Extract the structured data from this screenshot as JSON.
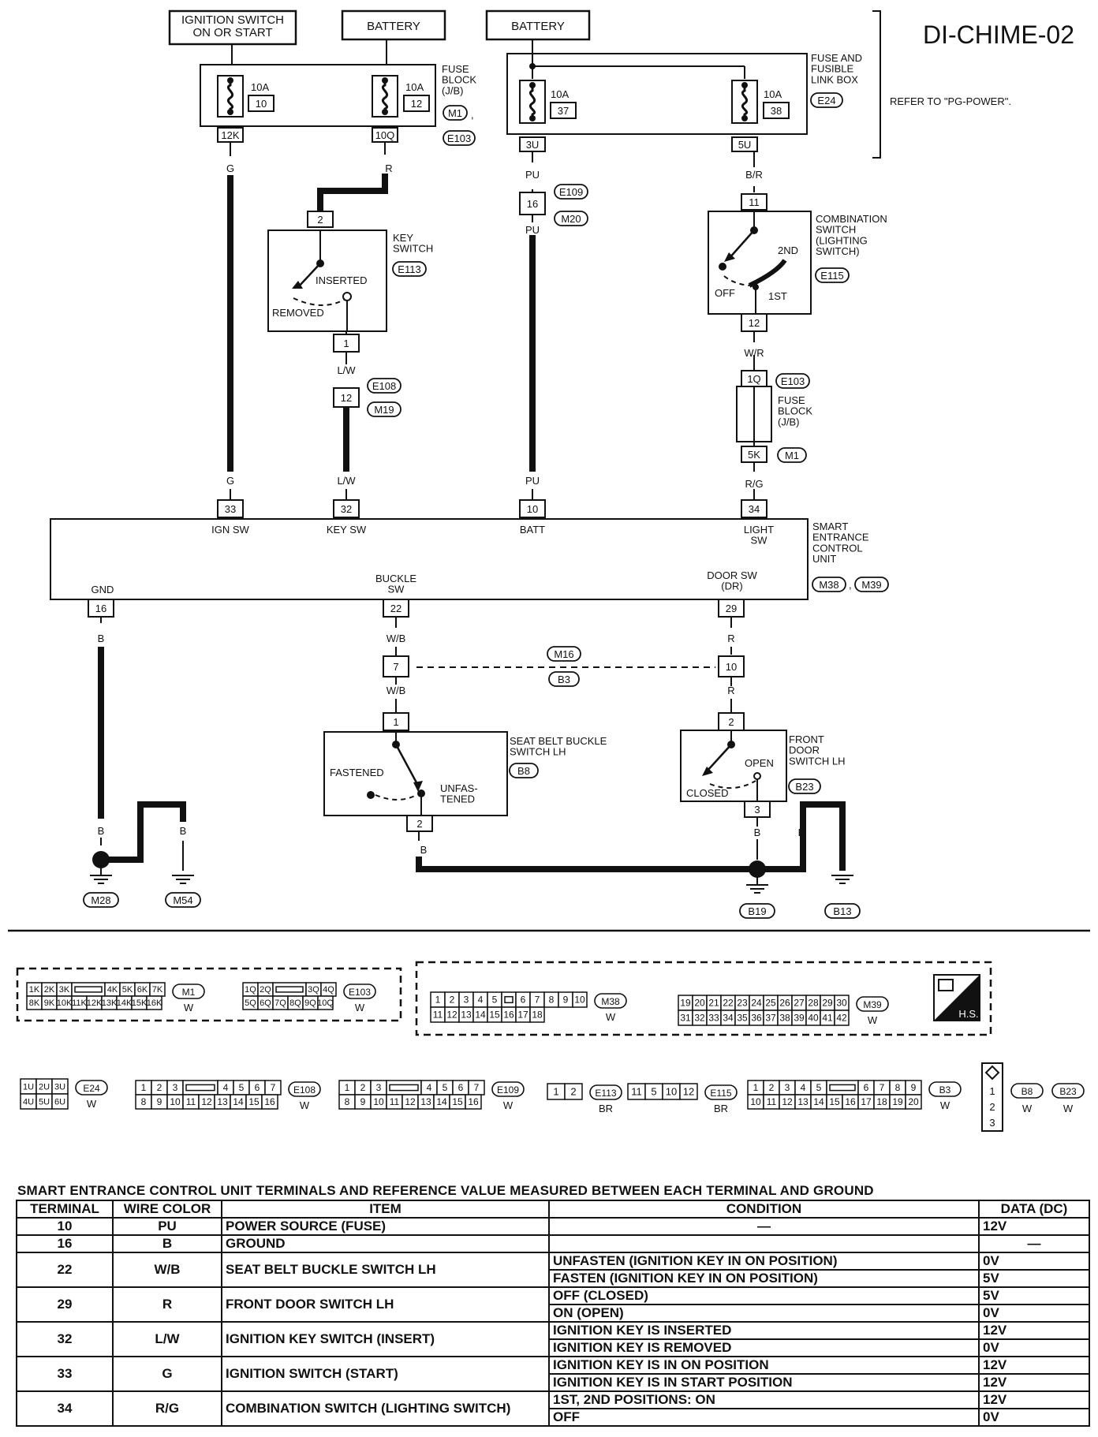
{
  "page_id": "DI-CHIME-02",
  "power": {
    "ign_switch": "IGNITION SWITCH\nON OR START",
    "battery_left": "BATTERY",
    "battery_right": "BATTERY",
    "fuse_block_label": "FUSE\nBLOCK\n(J/B)",
    "fuse_block_connectors": [
      "M1",
      "E103"
    ],
    "fuse_10": {
      "amps": "10A",
      "num": "10",
      "terminal": "12K"
    },
    "fuse_12": {
      "amps": "10A",
      "num": "12",
      "terminal": "10Q"
    },
    "fusible_link_label": "FUSE AND\nFUSIBLE\nLINK BOX",
    "fusible_link_connector": "E24",
    "fuse_37": {
      "amps": "10A",
      "num": "37",
      "terminal": "3U"
    },
    "fuse_38": {
      "amps": "10A",
      "num": "38",
      "terminal": "5U"
    },
    "refer_note": "REFER TO \"PG-POWER\"."
  },
  "wires": {
    "g1": "G",
    "r1": "R",
    "pu1": "PU",
    "pu2": "PU",
    "br": "B/R",
    "lw1": "L/W",
    "lw2": "L/W",
    "wr": "W/R",
    "rg": "R/G",
    "g2": "G",
    "pu3": "PU",
    "b_gnd": "B",
    "wb1": "W/B",
    "wb2": "W/B",
    "r2": "R",
    "r3": "R",
    "b_m28": "B",
    "b_mid": "B",
    "b_m54": "B",
    "b_seat": "B",
    "b_door": "B",
    "b_b19": "B",
    "b_b13": "B"
  },
  "connectors": {
    "e109": "E109",
    "m20": "M20",
    "pin16": "16",
    "e108": "E108",
    "m19": "M19",
    "pin12": "12",
    "e103": "E103",
    "m1": "M1",
    "pin1q": "1Q",
    "pin5k": "5K",
    "m16": "M16",
    "b3": "B3",
    "pin7": "7",
    "pin10": "10"
  },
  "key_switch": {
    "label": "KEY\nSWITCH",
    "connector": "E113",
    "pin_in": "2",
    "pin_out": "1",
    "inserted": "INSERTED",
    "removed": "REMOVED"
  },
  "combination_switch": {
    "label": "COMBINATION\nSWITCH\n(LIGHTING\nSWITCH)",
    "connector": "E115",
    "pin_in": "11",
    "pin_out": "12",
    "off": "OFF",
    "first": "1ST",
    "second": "2ND"
  },
  "fuse_block_mid": {
    "label": "FUSE\nBLOCK\n(J/B)"
  },
  "secu": {
    "label": "SMART\nENTRANCE\nCONTROL\nUNIT",
    "connectors": [
      "M38",
      "M39"
    ],
    "terminals_top": [
      {
        "pin": "33",
        "name": "IGN SW"
      },
      {
        "pin": "32",
        "name": "KEY SW"
      },
      {
        "pin": "10",
        "name": "BATT"
      },
      {
        "pin": "34",
        "name": "LIGHT\nSW"
      }
    ],
    "terminals_bottom": [
      {
        "pin": "16",
        "name": "GND"
      },
      {
        "pin": "22",
        "name": "BUCKLE\nSW"
      },
      {
        "pin": "29",
        "name": "DOOR SW\n(DR)"
      }
    ]
  },
  "seat_belt": {
    "label": "SEAT BELT BUCKLE\nSWITCH LH",
    "connector": "B8",
    "pin_in": "1",
    "pin_out": "2",
    "fastened": "FASTENED",
    "unfastened": "UNFAS-\nTENED"
  },
  "door_switch": {
    "label": "FRONT\nDOOR\nSWITCH LH",
    "connector": "B23",
    "pin_in": "2",
    "pin_out": "3",
    "open": "OPEN",
    "closed": "CLOSED"
  },
  "grounds": [
    "M28",
    "M54",
    "B19",
    "B13"
  ],
  "connector_views": {
    "m1": {
      "id": "M1",
      "color": "W",
      "row1": [
        "1K",
        "2K",
        "3K",
        "",
        "4K",
        "5K",
        "6K",
        "7K"
      ],
      "row2": [
        "8K",
        "9K",
        "10K",
        "11K",
        "12K",
        "13K",
        "14K",
        "15K",
        "16K"
      ]
    },
    "e103": {
      "id": "E103",
      "color": "W",
      "row1": [
        "1Q",
        "2Q",
        "",
        "3Q",
        "4Q"
      ],
      "row2": [
        "5Q",
        "6Q",
        "7Q",
        "8Q",
        "9Q",
        "10Q"
      ]
    },
    "m38": {
      "id": "M38",
      "color": "W",
      "row1": [
        "1",
        "2",
        "3",
        "4",
        "5",
        "",
        "6",
        "7",
        "8",
        "9",
        "10"
      ],
      "row2": [
        "11",
        "12",
        "13",
        "14",
        "15",
        "16",
        "17",
        "18"
      ]
    },
    "m39": {
      "id": "M39",
      "color": "W",
      "row1": [
        "19",
        "20",
        "21",
        "22",
        "23",
        "24",
        "25",
        "26",
        "27",
        "28",
        "29",
        "30"
      ],
      "row2": [
        "31",
        "32",
        "33",
        "34",
        "35",
        "36",
        "37",
        "38",
        "39",
        "40",
        "41",
        "42"
      ]
    },
    "hs": "H.S.",
    "e24": {
      "id": "E24",
      "color": "W",
      "row1": [
        "1U",
        "2U",
        "3U"
      ],
      "row2": [
        "4U",
        "5U",
        "6U"
      ]
    },
    "e108": {
      "id": "E108",
      "color": "W",
      "row1": [
        "1",
        "2",
        "3",
        "",
        "4",
        "5",
        "6",
        "7"
      ],
      "row2": [
        "8",
        "9",
        "10",
        "11",
        "12",
        "13",
        "14",
        "15",
        "16"
      ]
    },
    "e109": {
      "id": "E109",
      "color": "W",
      "row1": [
        "1",
        "2",
        "3",
        "",
        "4",
        "5",
        "6",
        "7"
      ],
      "row2": [
        "8",
        "9",
        "10",
        "11",
        "12",
        "13",
        "14",
        "15",
        "16"
      ]
    },
    "e113": {
      "id": "E113",
      "color": "BR",
      "row2": [
        "1",
        "2"
      ]
    },
    "e115": {
      "id": "E115",
      "color": "BR",
      "row2": [
        "11",
        "5",
        "10",
        "12"
      ]
    },
    "b3": {
      "id": "B3",
      "color": "W",
      "row1": [
        "1",
        "2",
        "3",
        "4",
        "5",
        "",
        "6",
        "7",
        "8",
        "9"
      ],
      "row2": [
        "10",
        "11",
        "12",
        "13",
        "14",
        "15",
        "16",
        "17",
        "18",
        "19",
        "20"
      ]
    },
    "b8": {
      "id": "B8",
      "color": "W"
    },
    "b23": {
      "id": "B23",
      "color": "W"
    },
    "small_pins": [
      "1",
      "2",
      "3"
    ]
  },
  "table": {
    "title": "SMART ENTRANCE CONTROL UNIT TERMINALS AND REFERENCE VALUE MEASURED BETWEEN EACH TERMINAL AND GROUND",
    "headers": [
      "TERMINAL",
      "WIRE COLOR",
      "ITEM",
      "CONDITION",
      "DATA (DC)"
    ],
    "rows": [
      {
        "terminal": "10",
        "wire": "PU",
        "item": "POWER SOURCE (FUSE)",
        "conditions": [
          {
            "c": "—",
            "d": "12V"
          }
        ]
      },
      {
        "terminal": "16",
        "wire": "B",
        "item": "GROUND",
        "conditions": [
          {
            "c": "",
            "d": "—"
          }
        ]
      },
      {
        "terminal": "22",
        "wire": "W/B",
        "item": "SEAT BELT BUCKLE SWITCH LH",
        "conditions": [
          {
            "c": "UNFASTEN (IGNITION KEY IN ON POSITION)",
            "d": "0V"
          },
          {
            "c": "FASTEN (IGNITION KEY IN ON POSITION)",
            "d": "5V"
          }
        ]
      },
      {
        "terminal": "29",
        "wire": "R",
        "item": "FRONT DOOR SWITCH LH",
        "conditions": [
          {
            "c": "OFF (CLOSED)",
            "d": "5V"
          },
          {
            "c": "ON (OPEN)",
            "d": "0V"
          }
        ]
      },
      {
        "terminal": "32",
        "wire": "L/W",
        "item": "IGNITION KEY SWITCH (INSERT)",
        "conditions": [
          {
            "c": "IGNITION KEY IS INSERTED",
            "d": "12V"
          },
          {
            "c": "IGNITION KEY IS REMOVED",
            "d": "0V"
          }
        ]
      },
      {
        "terminal": "33",
        "wire": "G",
        "item": "IGNITION SWITCH (START)",
        "conditions": [
          {
            "c": "IGNITION KEY IS IN ON POSITION",
            "d": "12V"
          },
          {
            "c": "IGNITION KEY IS IN START POSITION",
            "d": "12V"
          }
        ]
      },
      {
        "terminal": "34",
        "wire": "R/G",
        "item": "COMBINATION SWITCH (LIGHTING SWITCH)",
        "conditions": [
          {
            "c": "1ST, 2ND POSITIONS: ON",
            "d": "12V"
          },
          {
            "c": "OFF",
            "d": "0V"
          }
        ]
      }
    ]
  }
}
